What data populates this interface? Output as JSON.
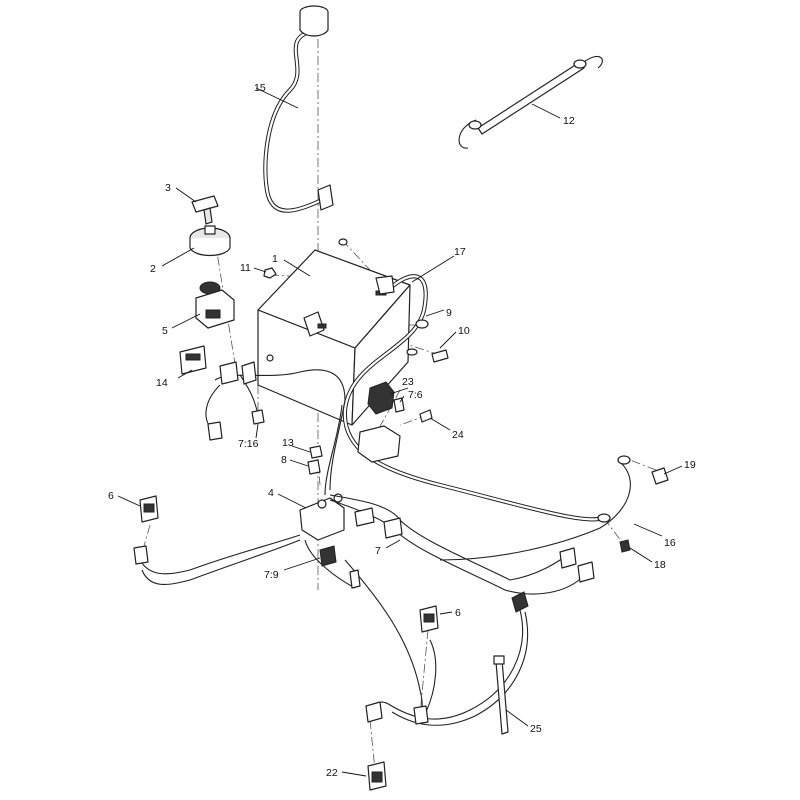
{
  "callouts": [
    {
      "id": "c1",
      "label": "1"
    },
    {
      "id": "c2",
      "label": "2"
    },
    {
      "id": "c3",
      "label": "3"
    },
    {
      "id": "c4",
      "label": "4"
    },
    {
      "id": "c5",
      "label": "5"
    },
    {
      "id": "c6a",
      "label": "6"
    },
    {
      "id": "c6b",
      "label": "6"
    },
    {
      "id": "c7",
      "label": "7"
    },
    {
      "id": "c76",
      "label": "7:6"
    },
    {
      "id": "c79",
      "label": "7:9"
    },
    {
      "id": "c716",
      "label": "7:16"
    },
    {
      "id": "c8",
      "label": "8"
    },
    {
      "id": "c9",
      "label": "9"
    },
    {
      "id": "c10",
      "label": "10"
    },
    {
      "id": "c11",
      "label": "11"
    },
    {
      "id": "c12",
      "label": "12"
    },
    {
      "id": "c13",
      "label": "13"
    },
    {
      "id": "c14",
      "label": "14"
    },
    {
      "id": "c15",
      "label": "15"
    },
    {
      "id": "c16",
      "label": "16"
    },
    {
      "id": "c17",
      "label": "17"
    },
    {
      "id": "c18",
      "label": "18"
    },
    {
      "id": "c19",
      "label": "19"
    },
    {
      "id": "c22",
      "label": "22"
    },
    {
      "id": "c23",
      "label": "23"
    },
    {
      "id": "c24",
      "label": "24"
    },
    {
      "id": "c25",
      "label": "25"
    }
  ]
}
